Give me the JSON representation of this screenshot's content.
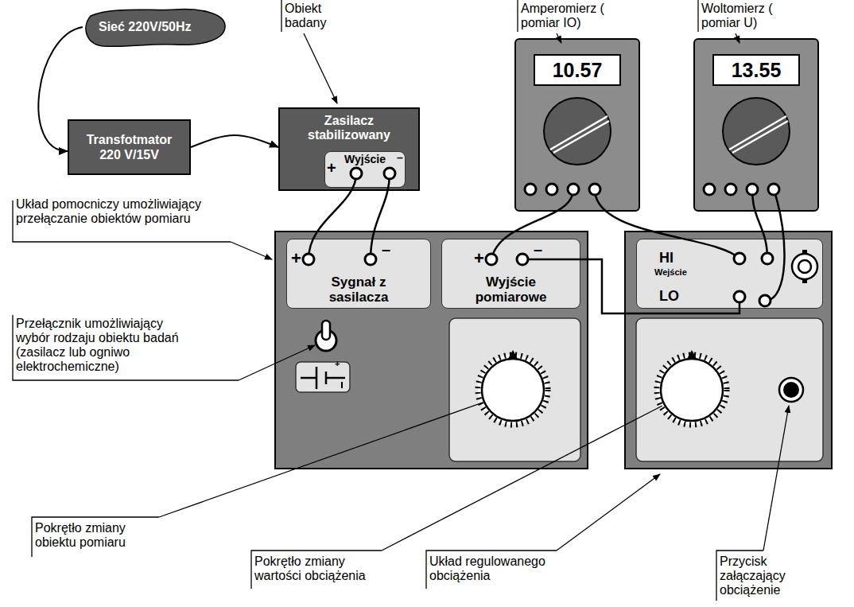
{
  "diagram": {
    "nodes": [
      {
        "text": [
          "Sieć 220V/50Hz"
        ]
      },
      {
        "text": [
          "Transfotmator 220 V/15V"
        ]
      },
      {
        "text": [
          "Zasilacz stabilizowany"
        ]
      },
      {
        "text": [
          "Wyjście"
        ],
        "in": 2
      },
      {
        "text": [
          "10.57"
        ]
      },
      {
        "text": [
          "13.55"
        ]
      },
      {
        "text": []
      },
      {
        "text": [
          "Sygnał z sasilacza"
        ],
        "in": 6
      },
      {
        "text": [
          "Wyjście pomiarowe"
        ],
        "in": 6
      },
      {
        "text": []
      },
      {
        "text": [
          "HI",
          "Wejście",
          "LO"
        ],
        "in": 9
      }
    ],
    "edges": [
      {
        "from": 0,
        "to": 1,
        "arrow": "to"
      },
      {
        "from": 1,
        "to": 2,
        "arrow": "to"
      },
      {
        "from": 3,
        "to": 7,
        "arrow": "none"
      },
      {
        "from": 3,
        "to": 7,
        "arrow": "none"
      },
      {
        "from": 8,
        "to": 4,
        "arrow": "none"
      },
      {
        "from": 4,
        "to": 10,
        "arrow": "none"
      },
      {
        "from": 8,
        "to": 10,
        "arrow": "none"
      },
      {
        "from": 5,
        "to": 10,
        "arrow": "none"
      },
      {
        "from": 5,
        "to": 10,
        "arrow": "none"
      }
    ],
    "labels": [
      "+",
      "–",
      "+",
      "–",
      "+",
      "–",
      "+",
      "Obiekt badany",
      "Amperomierz ( pomiar IO)",
      "Woltomierz ( pomiar U)",
      "Układ pomocniczy umożliwiający przełączanie obiektów pomiaru",
      "Przełącznik umożliwiający wybór rodzaju obiektu badań (zasilacz lub ogniwo elektrochemiczne)",
      "Pokrętło zmiany obiektu pomiaru",
      "Pokrętło zmiany wartości obciążenia",
      "Układ regulowanego obciążenia",
      "Przycisk załączający obciążenie"
    ]
  }
}
